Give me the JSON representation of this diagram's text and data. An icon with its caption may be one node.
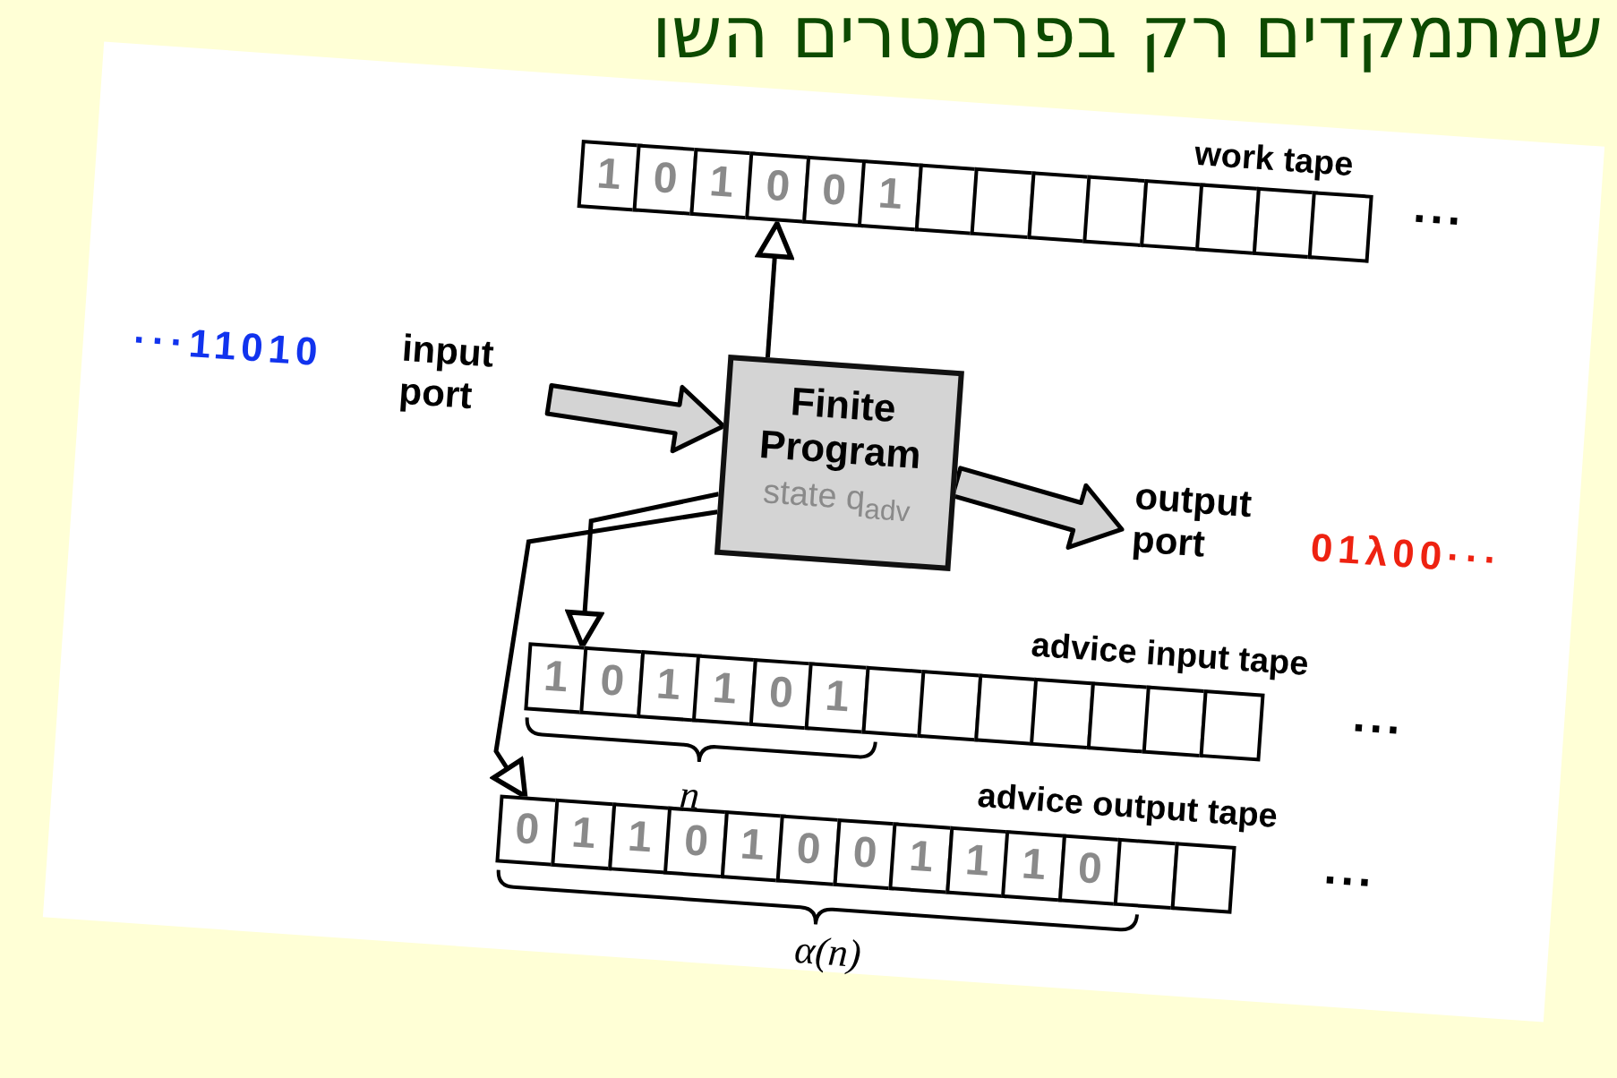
{
  "diagram": {
    "title": "שמתמקדים רק בפרמטרים השו",
    "nodes": [
      {
        "text": [
          "1",
          "0",
          "1",
          "0",
          "0",
          "1"
        ]
      },
      {
        "text": [
          "Finite Program",
          "state q$_{adv}$"
        ]
      },
      {
        "text": [
          "input port"
        ],
        "beside": [
          "···11010"
        ]
      },
      {
        "text": [
          "output port"
        ],
        "beside": [
          "01λ00···"
        ]
      },
      {
        "text": [
          "1",
          "0",
          "1",
          "1",
          "0",
          "1"
        ]
      },
      {
        "text": [
          "0",
          "1",
          "1",
          "0",
          "1",
          "0",
          "0",
          "1",
          "1",
          "1",
          "0"
        ]
      }
    ],
    "edges": [
      {
        "from": 1,
        "to": 0,
        "arrow": "to"
      },
      {
        "from": 2,
        "to": 1,
        "arrow": "to",
        "style": "thick"
      },
      {
        "from": 1,
        "to": 3,
        "arrow": "to",
        "style": "thick"
      },
      {
        "from": 1,
        "to": 4,
        "arrow": "to"
      },
      {
        "from": 1,
        "to": 5,
        "arrow": "to"
      }
    ],
    "labels": [
      "work tape",
      "···",
      "advice input tape",
      "···",
      "n",
      "advice output tape",
      "···",
      "α(n)"
    ]
  }
}
